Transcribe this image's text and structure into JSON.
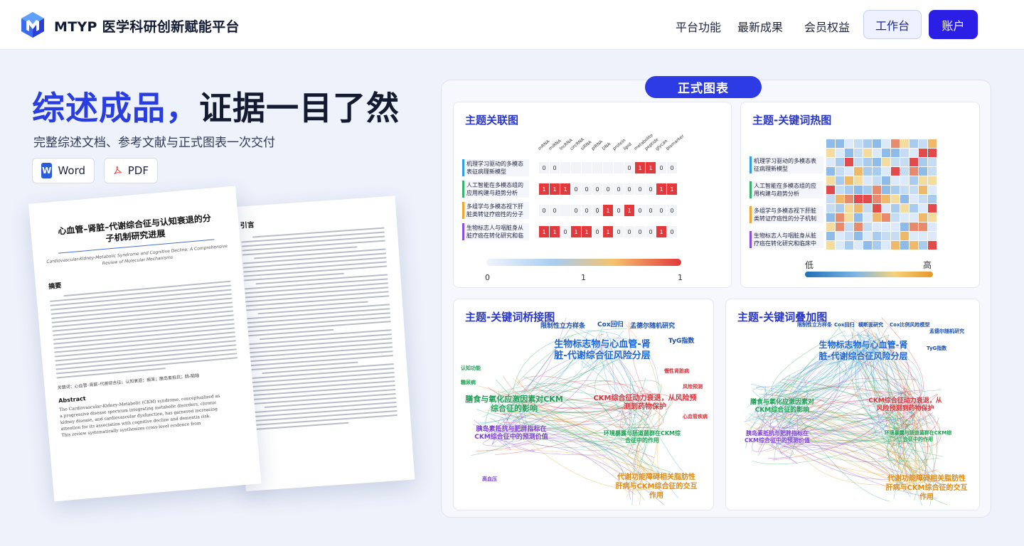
{
  "nav": {
    "logo_text": "MTYP 医学科研创新赋能平台",
    "links": [
      "平台功能",
      "最新成果",
      "会员权益"
    ],
    "workbench_label": "工作台",
    "account_label": "账户",
    "brand_color": "#2c1fe5"
  },
  "hero": {
    "title_accent": "综述成品，",
    "title_rest": "证据一目了然",
    "subtitle": "完整综述文档、参考文献与正式图表一次交付",
    "formats": [
      {
        "icon": "word-icon",
        "label": "Word"
      },
      {
        "icon": "pdf-icon",
        "label": "PDF"
      }
    ]
  },
  "document": {
    "front": {
      "title_line1": "心血管–肾脏–代谢综合征与认知衰退的分",
      "title_line2": "子机制研究进展",
      "title_en": "Cardiovascular-Kidney-Metabolic Syndrome and Cognitive Decline: A Comprehensive Review of Molecular Mechanisms",
      "abstract_heading": "摘要",
      "keywords": "关键词：心血管–肾脏–代谢综合征；认知衰退；痴呆；胰岛素抵抗；肠-脑轴",
      "abstract_en_heading": "Abstract",
      "abstract_en_lines": [
        "The Cardiovascular-Kidney-Metabolic (CKM) syndrome, conceptualized as",
        "a progressive disease spectrum integrating metabolic disorders, chronic",
        "kidney disease, and cardiovascular dysfunction, has garnered increasing",
        "attention for its association with cognitive decline and dementia risk.",
        "This review systematically synthesizes cross-level evidence from"
      ]
    },
    "back": {
      "heading": "引言"
    }
  },
  "panel": {
    "badge": "正式图表",
    "topic_labels": [
      "机理学习驱动的多模态表征病理新模型",
      "人工智能在多模态组的应用构建与趋势分析",
      "多组学与多模态视下肝脏类转证疗癌性的分子机制",
      "生物标志人与咽脏身从脏疗癌在转化研究和临床中的应用"
    ],
    "topic_colors": [
      "#2f9ee8",
      "#34b36b",
      "#f3a531",
      "#8a4fe0"
    ],
    "relation_chart": {
      "title": "主题关联图",
      "columns": [
        "mRNA",
        "miRNA",
        "lncRNA",
        "circRNA",
        "siRNA",
        "piRNA",
        "DNA",
        "protein",
        "lipid",
        "metabolite",
        "peptide",
        "glycan",
        "biomarker"
      ],
      "cells": [
        [
          0,
          0,
          null,
          null,
          null,
          null,
          null,
          null,
          0,
          1,
          1,
          0,
          0
        ],
        [
          1,
          1,
          1,
          0,
          0,
          0,
          0,
          0,
          0,
          0,
          0,
          1,
          1
        ],
        [
          0,
          0,
          null,
          0,
          0,
          0,
          1,
          0,
          1,
          0,
          0,
          0,
          0
        ],
        [
          1,
          1,
          0,
          1,
          1,
          0,
          1,
          0,
          0,
          0,
          0,
          1,
          0
        ]
      ],
      "scale_min": "0",
      "scale_mid": "1",
      "scale_max": "1"
    },
    "heatmap_chart": {
      "title": "主题-关键词热图",
      "legend_low": "低",
      "legend_high": "高",
      "rows": 12,
      "cols": 12
    },
    "bridge_chart": {
      "title": "主题-关键词桥接图",
      "top_labels": [
        "限制性立方样条",
        "Cox回归",
        "孟德尔随机研究",
        "TyG指数"
      ],
      "big_labels": [
        {
          "text": "生物标志物与心血管-肾脏-代谢综合征风险分层",
          "color": "#1b63d8"
        },
        {
          "text": "膳食与氧化应激因素对CKM综合征的影响",
          "color": "#1e9e54"
        },
        {
          "text": "CKM综合征动力衰退，从风险预测到药物保护",
          "color": "#d6333a"
        },
        {
          "text": "胰岛素抵抗与肥胖指标在CKM综合征中的预测价值",
          "color": "#7a3fd0"
        },
        {
          "text": "环境暴露与肠道菌群在CKM综合征中的作用",
          "color": "#1e9e54"
        },
        {
          "text": "代谢功能障碍相关脂肪性肝病与CKM综合征的交互作用",
          "color": "#e08a12"
        }
      ],
      "side_labels": [
        "慢性肾脏病",
        "风险预测",
        "心血管疾病",
        "认知功能",
        "糖尿病",
        "高血压"
      ]
    },
    "overlay_chart": {
      "title": "主题-关键词叠加图",
      "top_labels": [
        "限制性立方样条",
        "Cox回归",
        "横断面研究",
        "Cox比例风险模型",
        "孟德尔随机研究",
        "TyG指数"
      ],
      "big_labels": [
        {
          "text": "生物标志物与心血管-肾脏-代谢综合征风险分层",
          "color": "#1b63d8"
        },
        {
          "text": "膳食与氧化应激因素对CKM综合征的影响",
          "color": "#1e9e54"
        },
        {
          "text": "CKM综合征动力衰退，从风险预测到药物保护",
          "color": "#d6333a"
        },
        {
          "text": "胰岛素抵抗与肥胖指标在CKM综合征中的预测价值",
          "color": "#7a3fd0"
        },
        {
          "text": "环境暴露与肠道菌群在CKM综合征中的作用",
          "color": "#1e9e54"
        },
        {
          "text": "代谢功能障碍相关脂肪性肝病与CKM综合征的交互作用",
          "color": "#e08a12"
        }
      ]
    }
  }
}
